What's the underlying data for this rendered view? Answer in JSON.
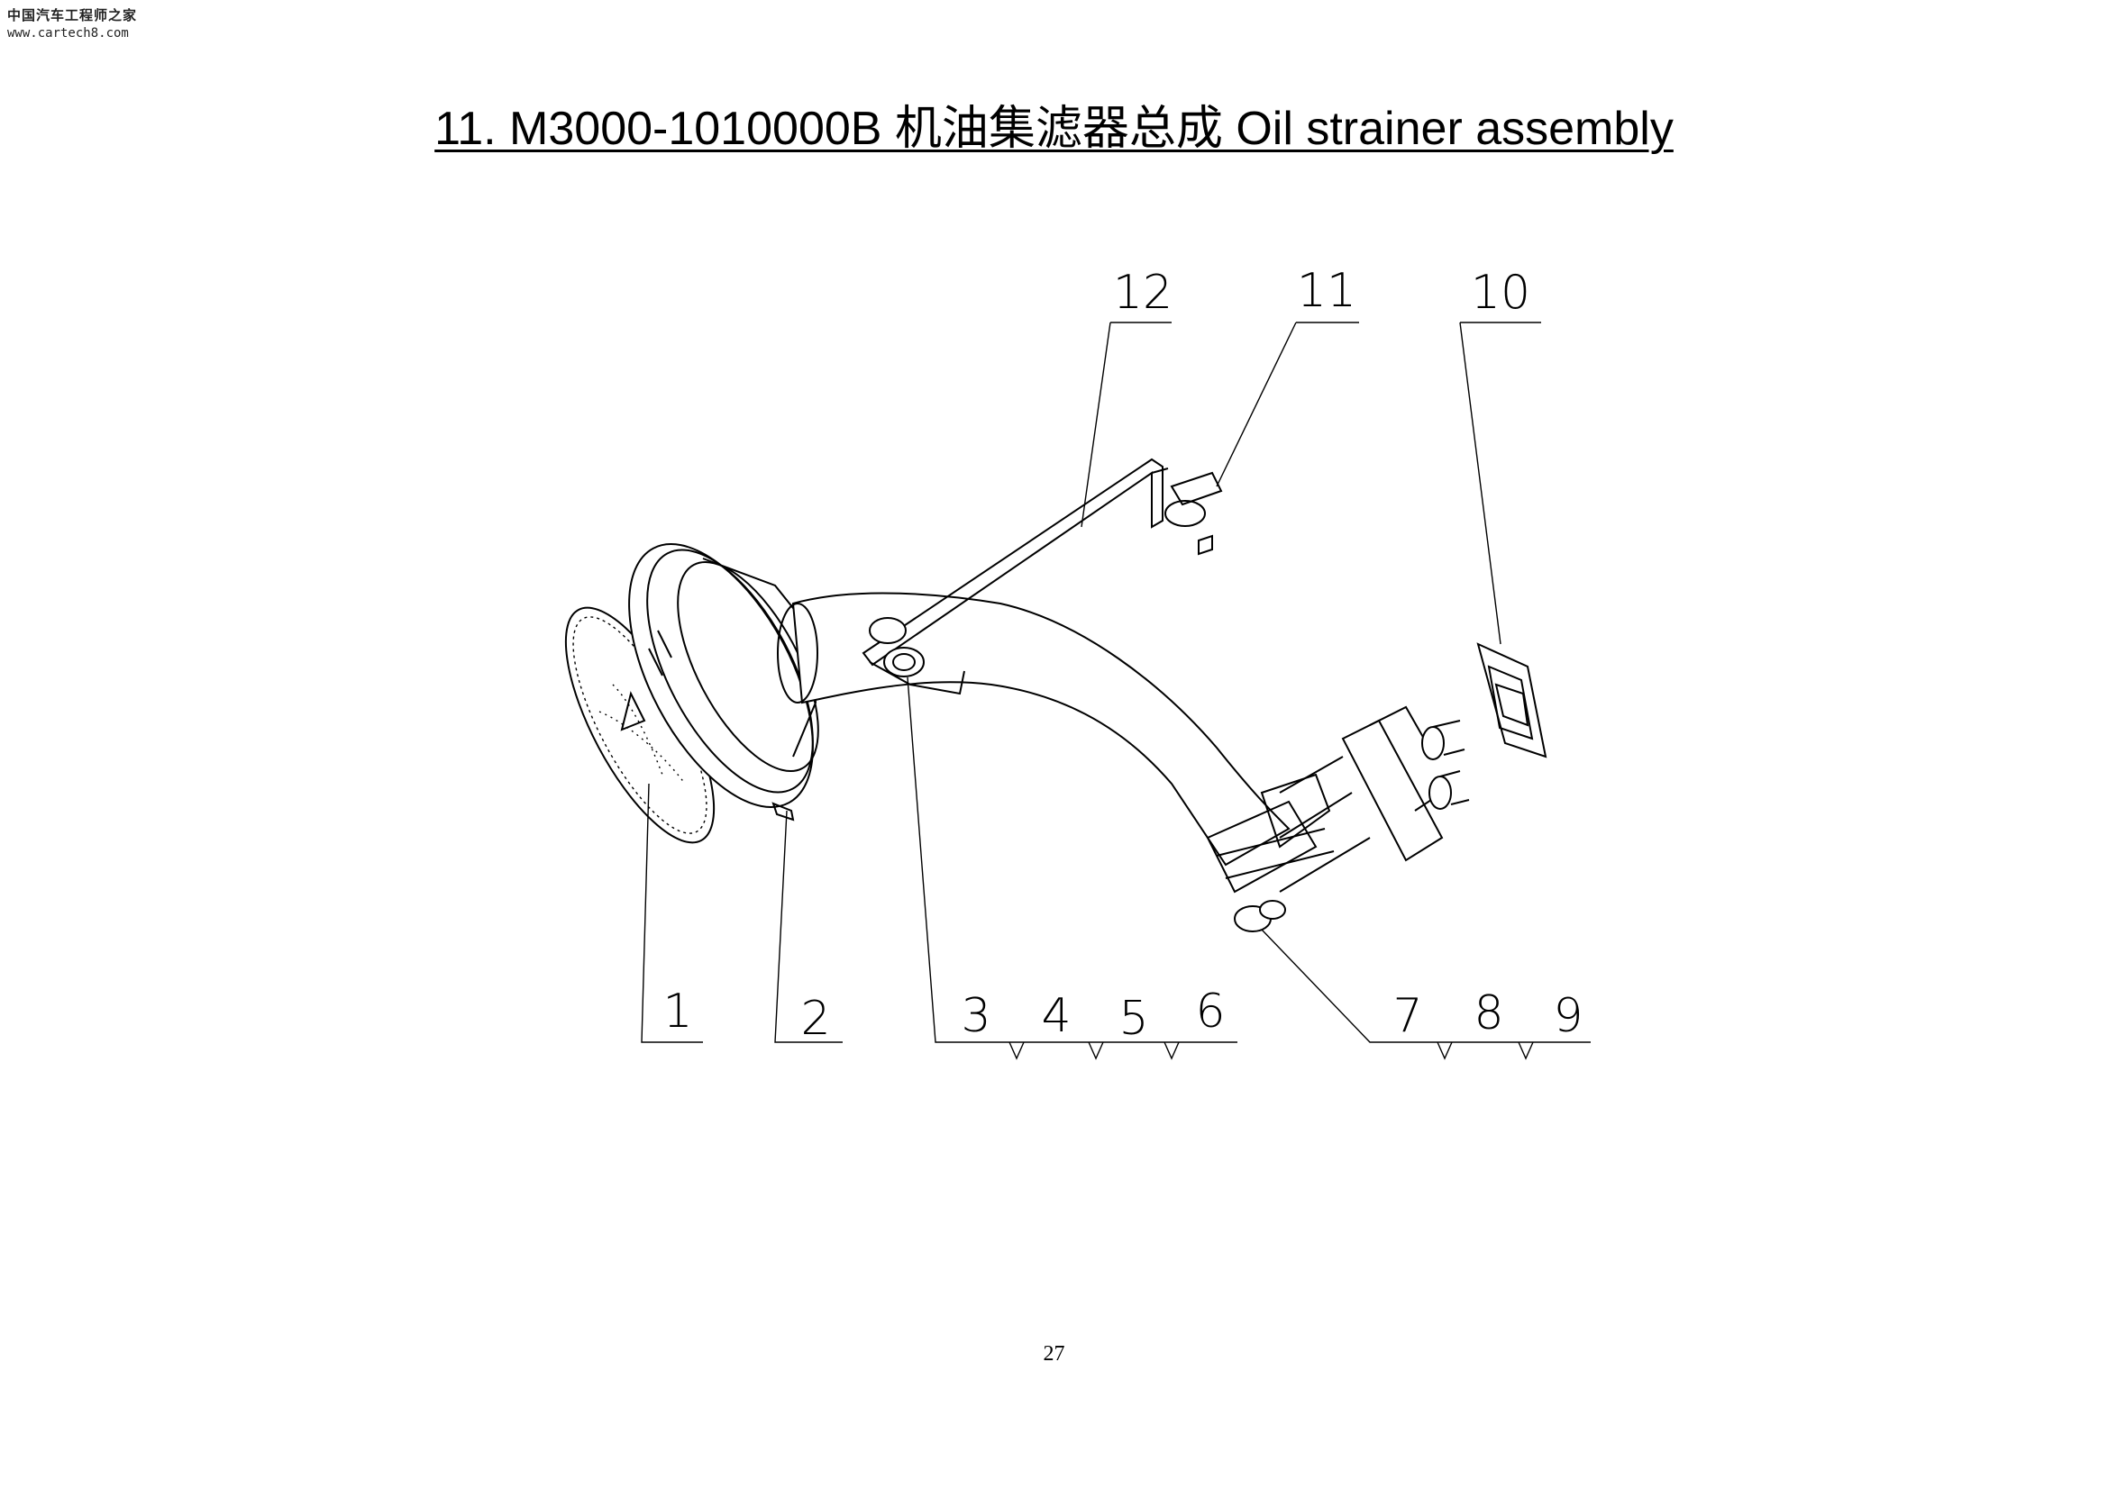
{
  "watermark": {
    "site_name": "中国汽车工程师之家",
    "url": "www.cartech8.com"
  },
  "title": "11. M3000-1010000B  机油集滤器总成 Oil strainer assembly",
  "page_number": "27",
  "callouts": {
    "c1": "1",
    "c2": "2",
    "c3": "3",
    "c4": "4",
    "c5": "5",
    "c6": "6",
    "c7": "7",
    "c8": "8",
    "c9": "9",
    "c10": "10",
    "c11": "11",
    "c12": "12"
  }
}
